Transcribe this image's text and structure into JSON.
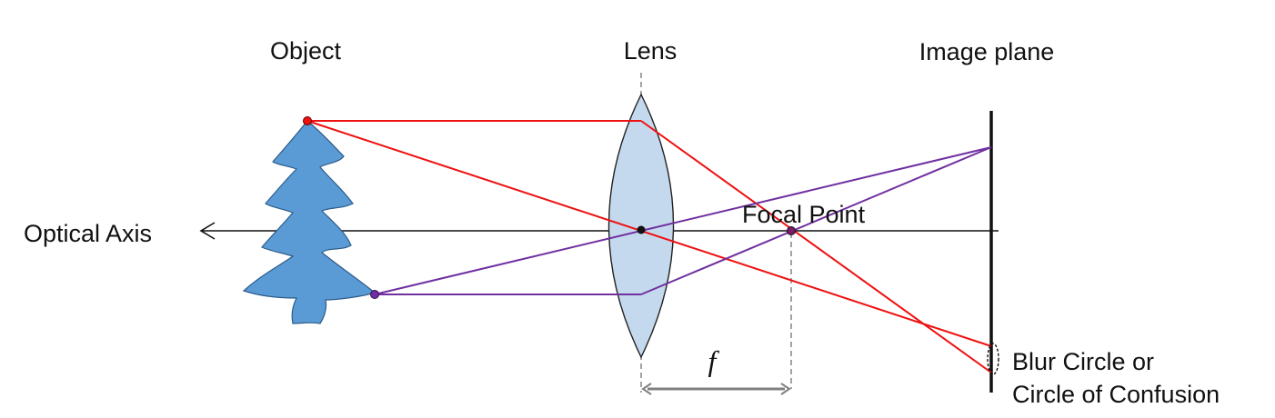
{
  "labels": {
    "object": "Object",
    "lens": "Lens",
    "image_plane": "Image plane",
    "optical_axis": "Optical Axis",
    "focal_point": "Focal Point",
    "focal_length": "f",
    "blur_circle_line1": "Blur Circle or",
    "blur_circle_line2": "Circle of Confusion"
  },
  "colors": {
    "ray_red": "#ee1111",
    "ray_purple": "#7030a0",
    "lens_fill": "#c5d9ee",
    "object_fill": "#5b9bd5",
    "axis": "#111111",
    "guide": "#8c8c8c"
  }
}
